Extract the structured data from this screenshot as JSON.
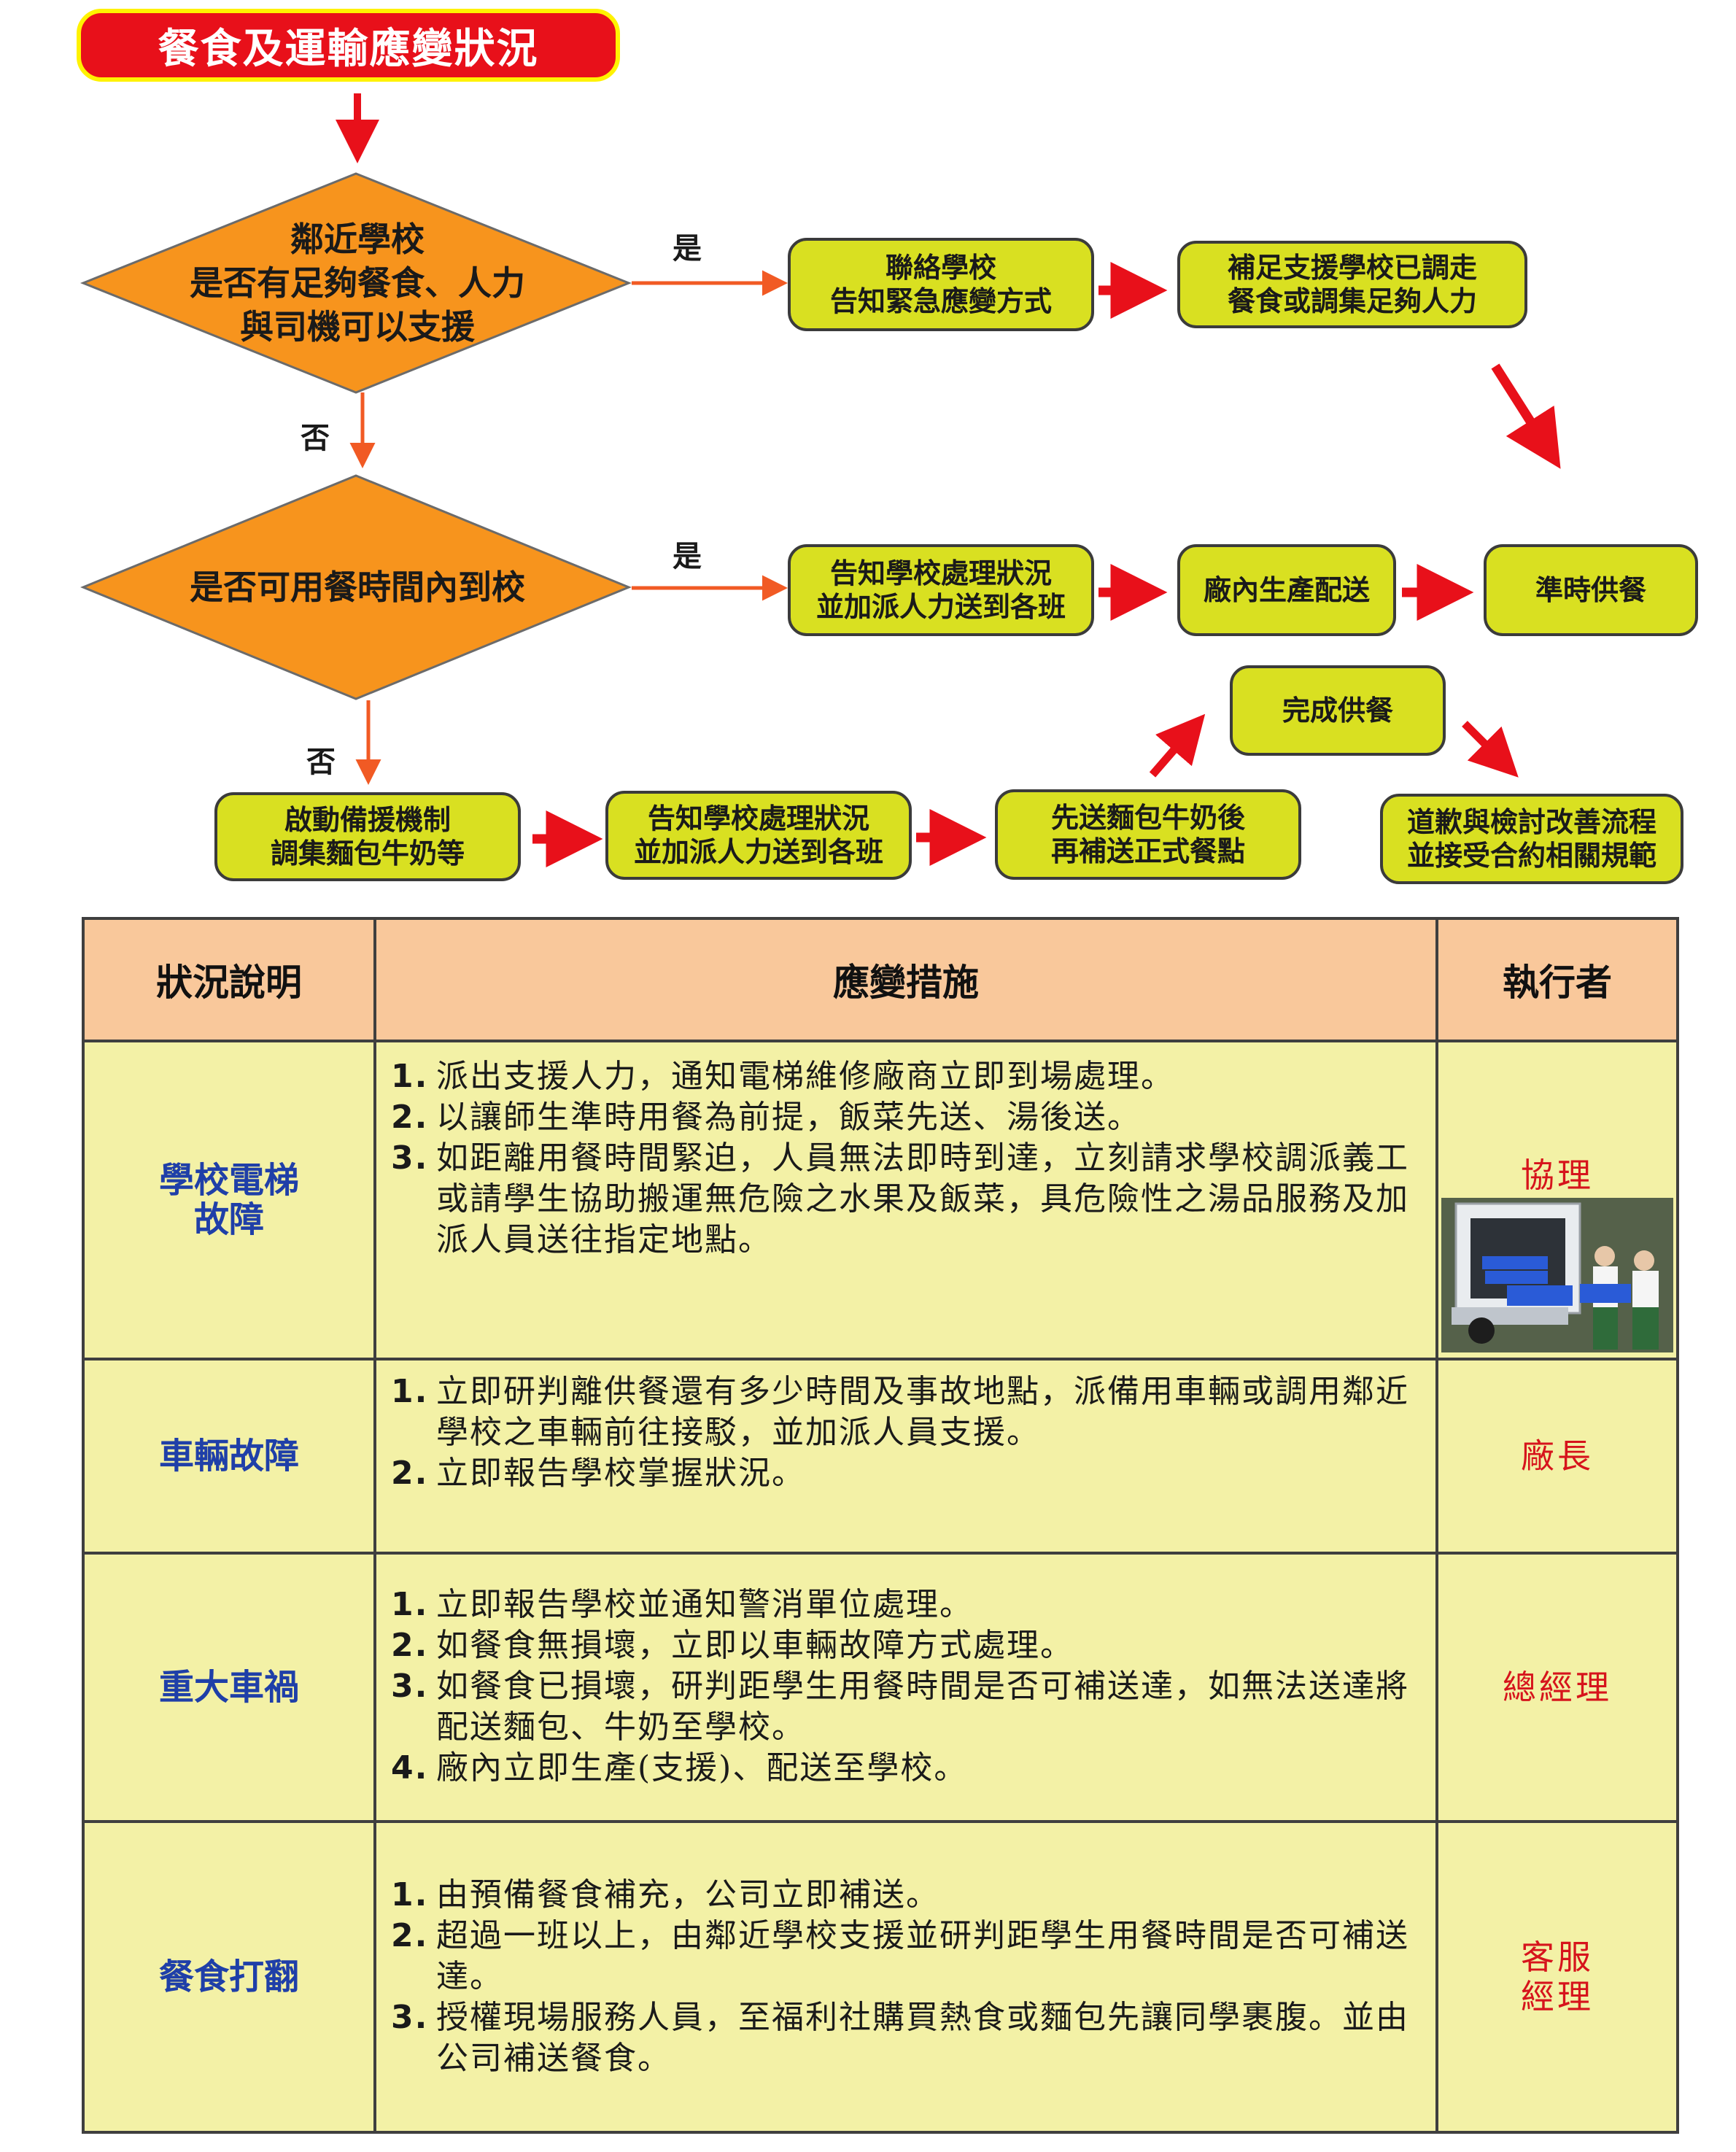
{
  "title": "餐食及運輸應變狀況",
  "flow": {
    "decision1": [
      "鄰近學校",
      "是否有足夠餐食、人力",
      "與司機可以支援"
    ],
    "decision2": "是否可用餐時間內到校",
    "yes": "是",
    "no": "否",
    "box_contact_school": [
      "聯絡學校",
      "告知緊急應變方式"
    ],
    "box_supplement": [
      "補足支援學校已調走",
      "餐食或調集足夠人力"
    ],
    "box_notify_staff": [
      "告知學校處理狀況",
      "並加派人力送到各班"
    ],
    "box_factory": "廠內生產配送",
    "box_ontime": "準時供餐",
    "box_complete": "完成供餐",
    "box_backup": [
      "啟動備援機制",
      "調集麵包牛奶等"
    ],
    "box_notify_staff2": [
      "告知學校處理狀況",
      "並加派人力送到各班"
    ],
    "box_bread_first": [
      "先送麵包牛奶後",
      "再補送正式餐點"
    ],
    "box_apologize": [
      "道歉與檢討改善流程",
      "並接受合約相關規範"
    ]
  },
  "table": {
    "headers": [
      "狀況說明",
      "應變措施",
      "執行者"
    ],
    "rows": [
      {
        "situation": [
          "學校電梯",
          "故障"
        ],
        "measures": [
          {
            "n": "1.",
            "t": "派出支援人力，通知電梯維修廠商立即到場處理。"
          },
          {
            "n": "2.",
            "t": "以讓師生準時用餐為前提，飯菜先送、湯後送。"
          },
          {
            "n": "3.",
            "t": "如距離用餐時間緊迫，人員無法即時到達，立刻請求學校調派義工或請學生協助搬運無危險之水果及飯菜，具危險性之湯品服務及加派人員送往指定地點。"
          }
        ],
        "executor": [
          "協理"
        ]
      },
      {
        "situation": [
          "車輛故障"
        ],
        "measures": [
          {
            "n": "1.",
            "t": "立即研判離供餐還有多少時間及事故地點，派備用車輛或調用鄰近學校之車輛前往接駁，並加派人員支援。"
          },
          {
            "n": "2.",
            "t": "立即報告學校掌握狀況。"
          }
        ],
        "executor": [
          "廠長"
        ]
      },
      {
        "situation": [
          "重大車禍"
        ],
        "measures": [
          {
            "n": "1.",
            "t": "立即報告學校並通知警消單位處理。"
          },
          {
            "n": "2.",
            "t": "如餐食無損壞，立即以車輛故障方式處理。"
          },
          {
            "n": "3.",
            "t": "如餐食已損壞，研判距學生用餐時間是否可補送達，如無法送達將配送麵包、牛奶至學校。"
          },
          {
            "n": "4.",
            "t": "廠內立即生產(支援)、配送至學校。"
          }
        ],
        "executor": [
          "總經理"
        ]
      },
      {
        "situation": [
          "餐食打翻"
        ],
        "measures": [
          {
            "n": "1.",
            "t": "由預備餐食補充，公司立即補送。"
          },
          {
            "n": "2.",
            "t": "超過一班以上，由鄰近學校支援並研判距學生用餐時間是否可補送達。"
          },
          {
            "n": "3.",
            "t": "授權現場服務人員，至福利社購買熱食或麵包先讓同學裹腹。並由公司補送餐食。"
          }
        ],
        "executor": [
          "客服",
          "經理"
        ]
      }
    ]
  },
  "colors": {
    "banner": "#e8101a",
    "decision": "#f7941d",
    "box": "#d9e021",
    "arrow_red": "#e8101a",
    "arrow_orange": "#f15a24",
    "table_bg": "#f3f1a6",
    "header_bg": "#f9c89b",
    "situation_text": "#1f3fa8",
    "executor_text": "#d6141c"
  }
}
